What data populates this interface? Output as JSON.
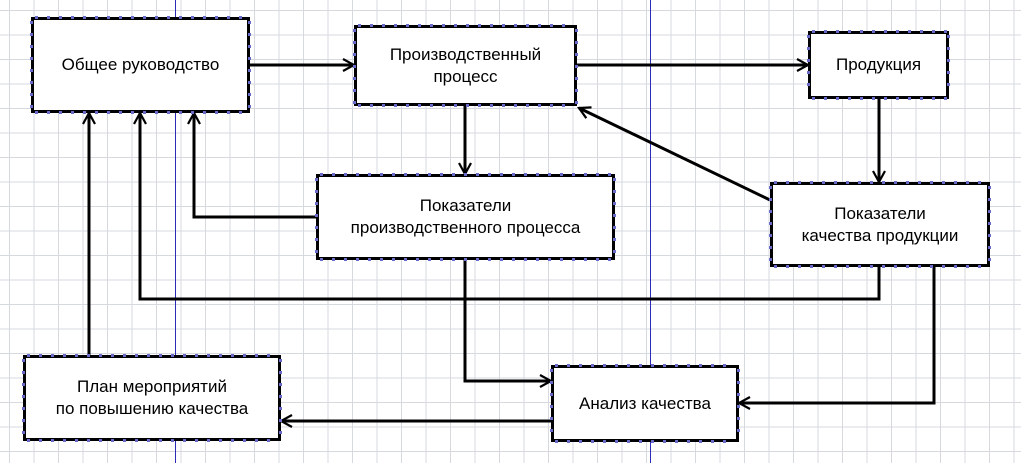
{
  "nodes": {
    "management": {
      "label": "Общее руководство"
    },
    "production_process": {
      "label": "Производственный\nпроцесс"
    },
    "products": {
      "label": "Продукция"
    },
    "process_indicators": {
      "label": "Показатели\nпроизводственного процесса"
    },
    "quality_indicators": {
      "label": "Показатели\nкачества продукции"
    },
    "improvement_plan": {
      "label": "План мероприятий\nпо повышению качества"
    },
    "quality_analysis": {
      "label": "Анализ качества"
    }
  },
  "edges": [
    {
      "from": "management",
      "to": "production_process"
    },
    {
      "from": "production_process",
      "to": "products"
    },
    {
      "from": "production_process",
      "to": "process_indicators"
    },
    {
      "from": "products",
      "to": "quality_indicators"
    },
    {
      "from": "quality_indicators",
      "to": "production_process"
    },
    {
      "from": "process_indicators",
      "to": "management"
    },
    {
      "from": "quality_indicators",
      "to": "management"
    },
    {
      "from": "improvement_plan",
      "to": "management"
    },
    {
      "from": "process_indicators",
      "to": "quality_analysis"
    },
    {
      "from": "quality_indicators",
      "to": "quality_analysis"
    },
    {
      "from": "quality_analysis",
      "to": "improvement_plan"
    }
  ]
}
